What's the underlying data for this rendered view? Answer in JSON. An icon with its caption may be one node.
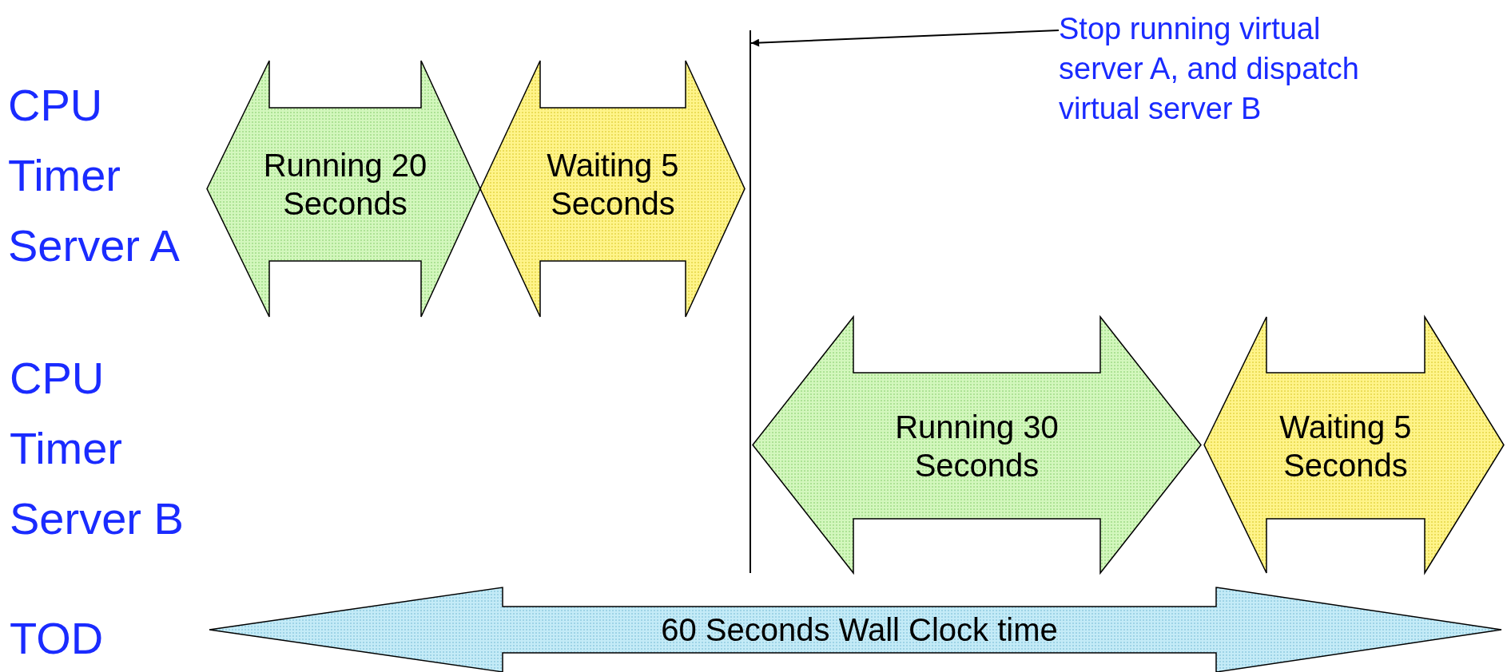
{
  "diagram": {
    "nodes": [
      {
        "text": [
          "Stop running virtual server A, and dispatch virtual server B"
        ]
      },
      {
        "text": [],
        "shape": "bar"
      },
      {
        "text": [
          "Running 20 Seconds"
        ]
      },
      {
        "text": [
          "Waiting 5 Seconds"
        ]
      },
      {
        "text": [
          "Running 30 Seconds"
        ]
      },
      {
        "text": [
          "Waiting 5 Seconds"
        ]
      },
      {
        "text": [
          "60 Seconds Wall Clock time"
        ]
      }
    ],
    "edges": [
      {
        "from": 0,
        "to": 1,
        "arrow": "to"
      }
    ],
    "labels": [
      "CPU Timer Server A",
      "CPU Timer Server B",
      "TOD"
    ]
  }
}
